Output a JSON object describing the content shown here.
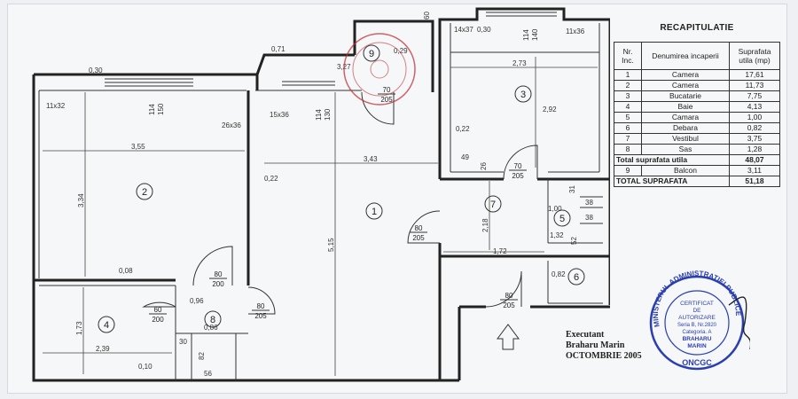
{
  "recap": {
    "title": "RECAPITULATIE",
    "headers": [
      "Nr. Inc.",
      "Denumirea incaperii",
      "Suprafata utila (mp)"
    ],
    "rows": [
      {
        "nr": "1",
        "name": "Camera",
        "area": "17,61"
      },
      {
        "nr": "2",
        "name": "Camera",
        "area": "11,73"
      },
      {
        "nr": "3",
        "name": "Bucatarie",
        "area": "7,75"
      },
      {
        "nr": "4",
        "name": "Baie",
        "area": "4,13"
      },
      {
        "nr": "5",
        "name": "Camara",
        "area": "1,00"
      },
      {
        "nr": "6",
        "name": "Debara",
        "area": "0,82"
      },
      {
        "nr": "7",
        "name": "Vestibul",
        "area": "3,75"
      },
      {
        "nr": "8",
        "name": "Sas",
        "area": "1,28"
      }
    ],
    "total_util_label": "Total suprafata utila",
    "total_util_value": "48,07",
    "balcon_nr": "9",
    "balcon_name": "Balcon",
    "balcon_area": "3,11",
    "total_label": "TOTAL SUPRAFATA",
    "total_value": "51,18"
  },
  "executant": {
    "line1": "Executant",
    "line2": "Braharu Marin",
    "line3": "OCTOMBRIE 2005"
  },
  "stamp": {
    "ring_text": "MINISTERUL ADMINISTRATIEI PUBLICE",
    "line1": "CERTIFICAT",
    "line2": "DE",
    "line3": "AUTORIZARE",
    "line4": "Seria B, Nr.2820",
    "line5": "Categoria. A",
    "line6": "BRAHARU",
    "line7": "MARIN",
    "bottom": "ONCGC",
    "color": "#2b3fb0"
  },
  "plan": {
    "rooms": [
      "1",
      "2",
      "3",
      "4",
      "5",
      "6",
      "7",
      "8",
      "9"
    ],
    "dims": {
      "d_030_top": "0,30",
      "d_060": "60",
      "d_14x37": "14x37",
      "d_030b": "0,30",
      "d_140": "140",
      "d_114a": "114",
      "d_11x36": "11x36",
      "d_071": "0,71",
      "d_029": "0,29",
      "d_327": "3,27",
      "d_273": "2,73",
      "d_11x32": "11x32",
      "d_150": "150",
      "d_114b": "114",
      "d_26x36": "26x36",
      "d_15x36": "15x36",
      "d_130": "130",
      "d_114c": "114",
      "d_292": "2,92",
      "d_022a": "0,22",
      "d_355": "3,55",
      "d_343": "3,43",
      "d_49": "49",
      "d_26": "26",
      "d_022b": "0,22",
      "d_334": "3,34",
      "d_515": "5,15",
      "d_218": "2,18",
      "d_31": "31",
      "d_38a": "38",
      "d_100": "1,00",
      "d_38b": "38",
      "d_132": "1,32",
      "d_52": "52",
      "d_172": "1,72",
      "d_008": "0,08",
      "d_096": "0,96",
      "d_082": "0,82",
      "d_173": "1,73",
      "d_086": "0,86",
      "d_30": "30",
      "d_82": "82",
      "d_239": "2,39",
      "d_010": "0,10",
      "d_56": "56"
    },
    "doors": {
      "door_balcony_top": "70",
      "door_balcony_bottom": "205",
      "door_kitchen_top": "70",
      "door_kitchen_bottom": "205",
      "door_room1_top": "80",
      "door_room1_bottom": "205",
      "door_room2_top": "80",
      "door_room2_bottom": "200",
      "door_bath_top": "60",
      "door_bath_bottom": "200",
      "door_sas_top": "80",
      "door_sas_bottom": "205",
      "door_entry_top": "80",
      "door_entry_bottom": "205"
    }
  }
}
